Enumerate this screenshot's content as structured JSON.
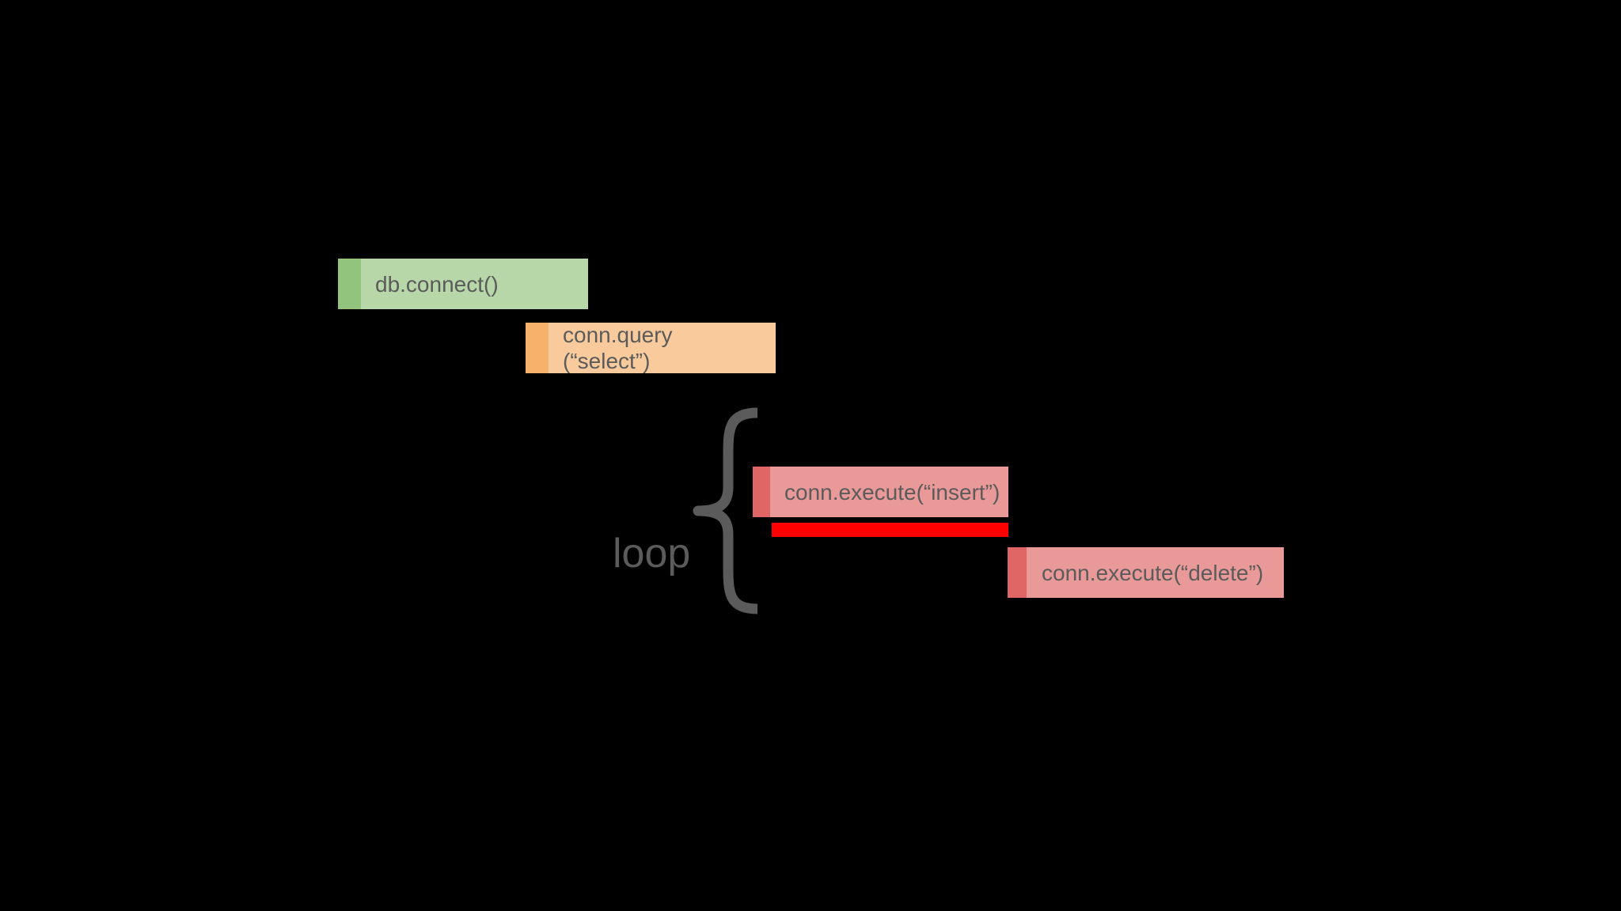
{
  "diagram": {
    "blocks": [
      {
        "id": "connect",
        "lines": [
          "db.connect()"
        ]
      },
      {
        "id": "query",
        "lines": [
          "conn.query",
          "(“select”)"
        ]
      },
      {
        "id": "insert",
        "lines": [
          "conn.execute(“insert”)"
        ]
      },
      {
        "id": "delete",
        "lines": [
          "conn.execute(“delete”)"
        ]
      }
    ],
    "loop_label": "loop"
  },
  "colors": {
    "background": "#000000",
    "green_block": "#b7d7a8",
    "green_stripe": "#93c47d",
    "orange_block": "#f9cb9c",
    "orange_stripe": "#f6b26b",
    "red_block": "#ea9999",
    "red_stripe": "#e06666",
    "highlight_bar": "#ff0000",
    "text": "#5b5b5b",
    "brace": "#5b5b5b"
  },
  "icons": {
    "brace": "curly-brace-icon"
  }
}
